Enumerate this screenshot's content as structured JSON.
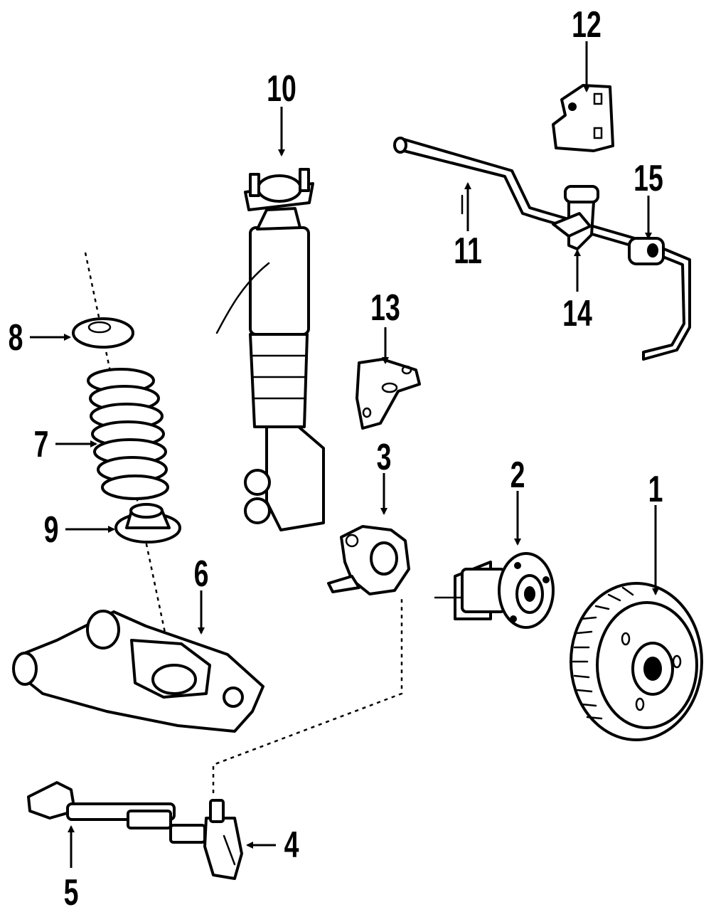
{
  "diagram": {
    "callouts": {
      "c1": "1",
      "c2": "2",
      "c3": "3",
      "c4": "4",
      "c5": "5",
      "c6": "6",
      "c7": "7",
      "c8": "8",
      "c9": "9",
      "c10": "10",
      "c11": "11",
      "c12": "12",
      "c13": "13",
      "c14": "14",
      "c15": "15"
    },
    "colors": {
      "ink": "#000000",
      "paper": "#ffffff"
    }
  }
}
